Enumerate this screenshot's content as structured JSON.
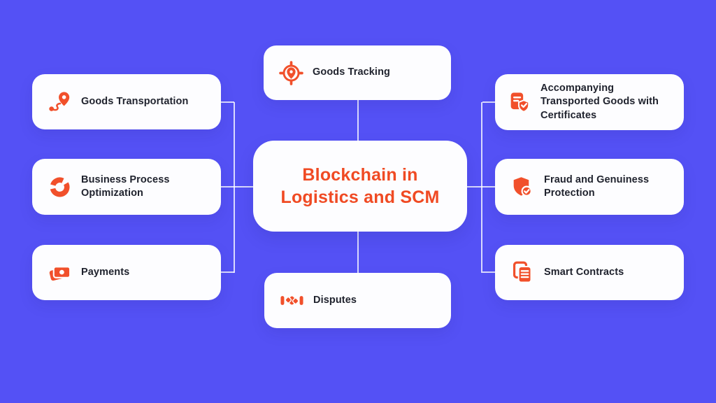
{
  "title": "Blockchain in Logistics and SCM mind map",
  "colors": {
    "background": "#5451f5",
    "card_background": "#fdfdff",
    "accent_orange": "#f1502b",
    "center_title_orange": "#f04a23",
    "label_dark": "#20232e",
    "connector": "rgba(255,255,255,0.78)"
  },
  "center": {
    "title_lines": [
      "Blockchain in",
      "Logistics and SCM"
    ]
  },
  "nodes": {
    "top": {
      "label": "Goods Tracking",
      "icon": "location-target-icon"
    },
    "bottom": {
      "label": "Disputes",
      "icon": "handshake-icon"
    },
    "left": [
      {
        "label": "Goods Transportation",
        "icon": "route-pin-icon"
      },
      {
        "label": "Business Process Optimization",
        "icon": "donut-chart-icon"
      },
      {
        "label": "Payments",
        "icon": "banknotes-icon"
      }
    ],
    "right": [
      {
        "label": "Accompanying Transported Goods with Certificates",
        "icon": "certificate-document-icon"
      },
      {
        "label": "Fraud and Genuiness Protection",
        "icon": "shield-check-icon"
      },
      {
        "label": "Smart Contracts",
        "icon": "contracts-copy-icon"
      }
    ]
  }
}
